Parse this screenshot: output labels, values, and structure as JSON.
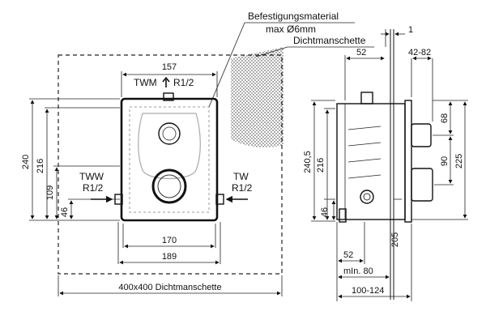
{
  "callouts": {
    "mounting_material": "Befestigungsmaterial",
    "max_diameter": "max Ø6mm",
    "sealing_collar": "Dichtmanschette"
  },
  "front_view": {
    "dim_top_width": "157",
    "twm_label": "TWM",
    "twm_thread": "R1/2",
    "tww_label": "TWW",
    "tww_thread": "R1/2",
    "tw_label": "TW",
    "tw_thread": "R1/2",
    "dim_height_240": "240",
    "dim_height_216": "216",
    "dim_height_109": "109",
    "dim_height_46": "46",
    "dim_width_170": "170",
    "dim_width_189": "189",
    "collar_size": "400x400  Dichtmanschette"
  },
  "side_view": {
    "dim_top_right_1": "1",
    "dim_top_52": "52",
    "dim_range_42_82": "42-82",
    "dim_height_240_5": "240,5",
    "dim_height_216": "216",
    "dim_height_46": "46",
    "dim_68": "68",
    "dim_90": "90",
    "dim_225": "225",
    "dim_205": "205",
    "dim_bottom_52": "52",
    "dim_min_80": "mIn. 80",
    "dim_range_100_124": "100-124"
  }
}
